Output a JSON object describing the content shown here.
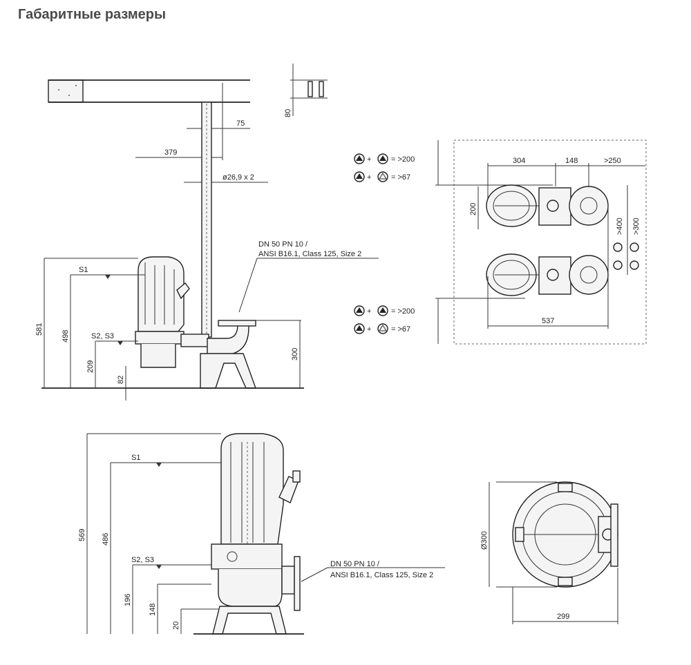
{
  "heading": "Габаритные размеры",
  "colors": {
    "heading": "#4a4a4a",
    "lines": "#222222"
  },
  "view1": {
    "dim_75": "75",
    "dim_379": "379",
    "dim_80": "80",
    "dim_pipe": "ø26,9 x 2",
    "flange_line1": "DN 50 PN 10 /",
    "flange_line2": "ANSI B16.1, Class 125, Size 2",
    "dim_581": "581",
    "dim_498": "498",
    "dim_209": "209",
    "dim_82": "82",
    "dim_300": "300",
    "s1": "S1",
    "s2s3": "S2, S3"
  },
  "view2": {
    "dim_304": "304",
    "dim_148": "148",
    "dim_250": ">250",
    "dim_200": "200",
    "dim_537": "537",
    "dim_400": ">400",
    "dim_300": ">300",
    "eq_200_top": "= >200",
    "eq_67_top": "= >67",
    "eq_200_bot": "= >200",
    "eq_67_bot": "= >67",
    "plus": "+"
  },
  "view3": {
    "dim_569": "569",
    "dim_486": "486",
    "dim_196": "196",
    "dim_148": "148",
    "dim_20": "20",
    "s1": "S1",
    "s2s3": "S2, S3",
    "flange_line1": "DN 50 PN 10 /",
    "flange_line2": "ANSI B16.1, Class 125, Size 2"
  },
  "view4": {
    "dim_300": "Ø300",
    "dim_299": "299"
  }
}
